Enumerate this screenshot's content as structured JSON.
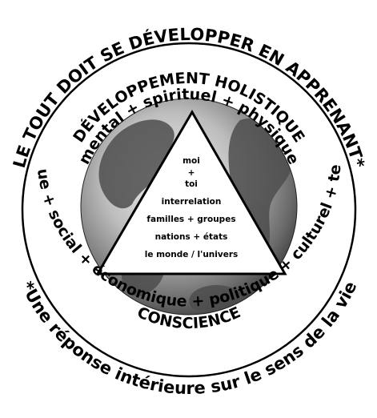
{
  "outer_top_text": "LE TOUT DOIT SE DÉVELOPPER EN APPRENANT*",
  "outer_bottom_text": "*Une réponse intérieure sur le sens de la vie",
  "inner_top_line1": "DÉVELOPPEMENT HOLISTIQUE",
  "inner_top_line2": "mental + spirituel + physique",
  "inner_bottom_line1": "écologique + social + économique + politique + culturel + technique",
  "inner_bottom_line2": "CONSCIENCE",
  "triangle_lines": [
    "moi",
    "+",
    "toi",
    "interrelation",
    "familles + groupes",
    "nations + états",
    "le monde / l'univers"
  ],
  "colors": {
    "ring": "#000000",
    "globe_light": "#d9d9d9",
    "globe_dark": "#2b2b2b",
    "land": "#555555"
  }
}
